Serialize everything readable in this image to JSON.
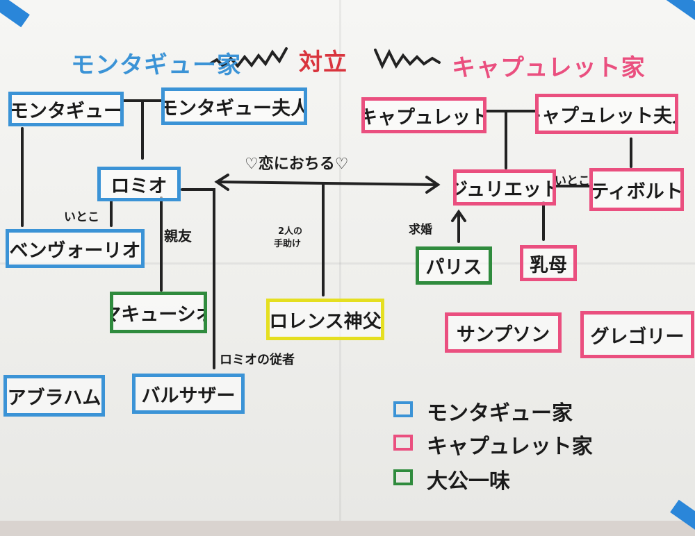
{
  "title": {
    "montague": "モンタギュー家",
    "conflict": "対立",
    "capulet": "キャプュレット家"
  },
  "nodes": {
    "montague": "モンタギュー",
    "lady_montague": "モンタギュー夫人",
    "capulet": "キャプュレット",
    "lady_capulet": "キャプュレット夫人",
    "romeo": "ロミオ",
    "juliet": "ジュリエット",
    "tybalt": "ティボルト",
    "benvolio": "ベンヴォーリオ",
    "paris": "パリス",
    "nurse": "乳母",
    "mercutio": "マキューシオ",
    "laurence": "ロレンス神父",
    "sampson": "サンプソン",
    "gregory": "グレゴリー",
    "abraham": "アブラハム",
    "balthasar": "バルサザー"
  },
  "labels": {
    "fall_in_love": "♡恋におちる♡",
    "cousin_left": "いとこ",
    "cousin_right": "いとこ",
    "best_friend": "親友",
    "helper_line1": "2人の",
    "helper_line2": "手助け",
    "proposal": "求婚",
    "romeo_servant": "ロミオの従者"
  },
  "legend": [
    {
      "color": "#3b93d6",
      "text": "モンタギュー家"
    },
    {
      "color": "#ea4f7f",
      "text": "キャプュレット家"
    },
    {
      "color": "#2f8b3d",
      "text": "大公一味"
    }
  ],
  "colors": {
    "montague": "#3b93d6",
    "capulet": "#ea4f7f",
    "prince": "#2f8b3d",
    "friar": "#e5df21",
    "conflict": "#d9343d",
    "tape": "#2a86d9"
  }
}
